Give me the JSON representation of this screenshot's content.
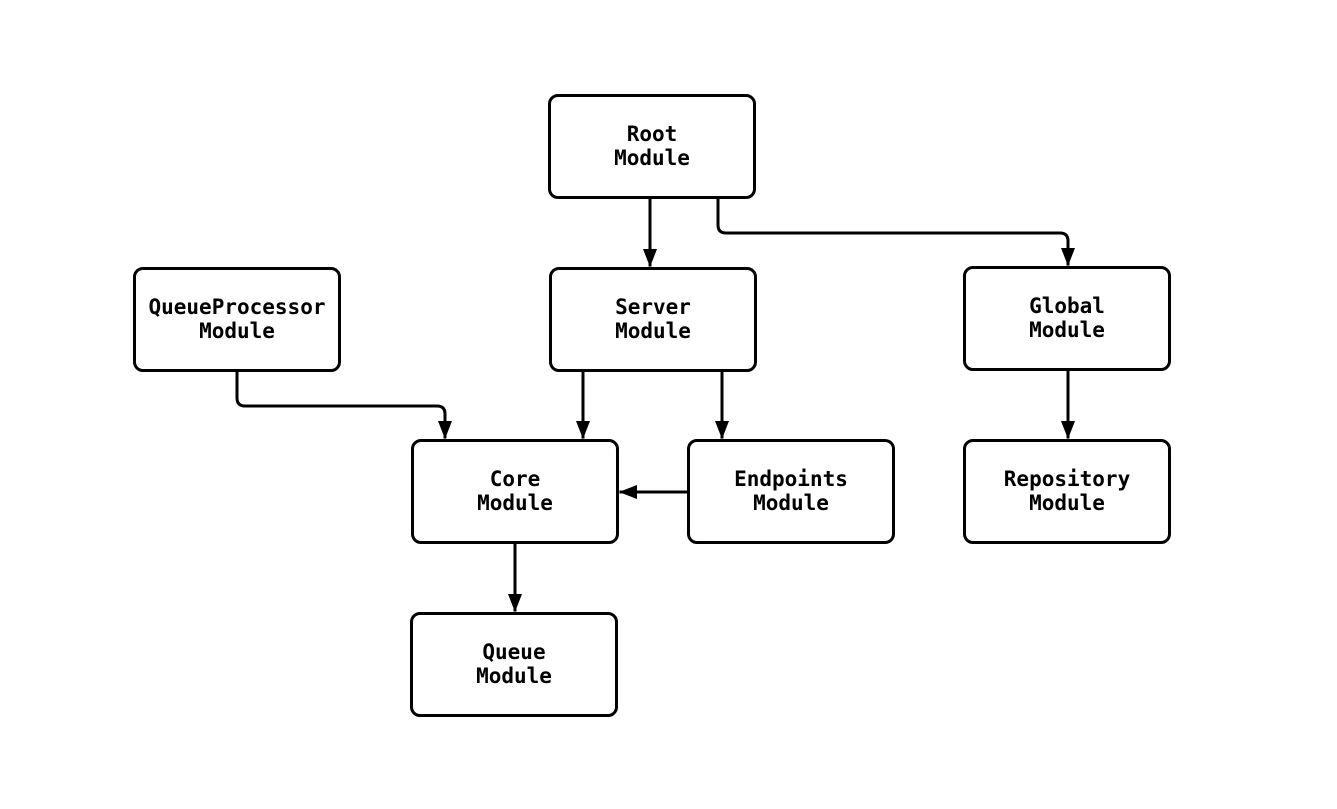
{
  "diagram": {
    "type": "module-dependency-graph",
    "background_color": "#ffffff",
    "node_fill_color": "#ffffff",
    "node_border_color": "#000000",
    "edge_color": "#000000",
    "text_color": "#000000",
    "nodes": [
      {
        "id": "root",
        "label": "Root\nModule"
      },
      {
        "id": "queue-processor",
        "label": "QueueProcessor\nModule"
      },
      {
        "id": "server",
        "label": "Server\nModule"
      },
      {
        "id": "global",
        "label": "Global\nModule"
      },
      {
        "id": "core",
        "label": "Core\nModule"
      },
      {
        "id": "endpoints",
        "label": "Endpoints\nModule"
      },
      {
        "id": "repository",
        "label": "Repository\nModule"
      },
      {
        "id": "queue",
        "label": "Queue\nModule"
      }
    ],
    "edges": [
      {
        "from": "root",
        "to": "server"
      },
      {
        "from": "root",
        "to": "global"
      },
      {
        "from": "queue-processor",
        "to": "core"
      },
      {
        "from": "server",
        "to": "core"
      },
      {
        "from": "server",
        "to": "endpoints"
      },
      {
        "from": "endpoints",
        "to": "core"
      },
      {
        "from": "global",
        "to": "repository"
      },
      {
        "from": "core",
        "to": "queue"
      }
    ]
  }
}
